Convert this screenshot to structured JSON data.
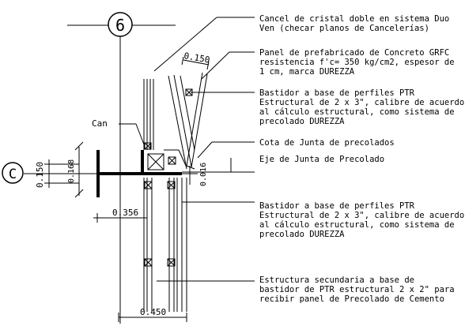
{
  "grid": {
    "axis_6": "6",
    "axis_c": "C"
  },
  "dimensions": {
    "d_0150_top": "0.150",
    "d_0150_left": "0.150",
    "d_0168": "0.168",
    "d_0016": "0.016",
    "d_0356": "0.356",
    "d_0450": "0.450"
  },
  "labels": {
    "can": "Can"
  },
  "notes": [
    {
      "lines": [
        "Cancel de cristal doble en sistema Duo",
        "Ven (checar planos de Cancelerías)"
      ]
    },
    {
      "lines": [
        "Panel de prefabricado de Concreto GRFC",
        "resistencia f'c= 350 kg/cm2, espesor de",
        "1 cm, marca DUREZZA"
      ]
    },
    {
      "lines": [
        "Bastidor a base de perfiles PTR",
        "Estructural de 2 x 3\", calibre de acuerdo",
        "al cálculo estructural, como sistema de",
        "precolado DUREZZA"
      ]
    },
    {
      "lines": [
        "Cota de Junta de precolados"
      ]
    },
    {
      "lines": [
        "Eje de Junta de Precolado"
      ]
    },
    {
      "lines": [
        "Bastidor a base de perfiles PTR",
        "Estructural de 2 x 3\", calibre de acuerdo",
        "al cálculo estructural, como sistema de",
        "precolado DUREZZA"
      ]
    },
    {
      "lines": [
        "Estructura secundaria a base de",
        "bastidor de PTR estructural 2 x 2\" para",
        "recibir panel de Precolado de Cemento"
      ]
    }
  ]
}
